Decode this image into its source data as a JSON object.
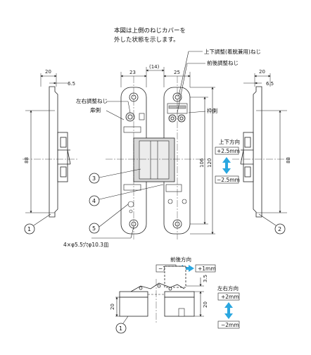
{
  "note": {
    "line1": "本図は上側のねじカバーを",
    "line2": "外した状態を示します。"
  },
  "labels": {
    "updown_screw": "上下調整(着脱兼用)ねじ",
    "frontback_screw": "前後調整ねじ",
    "leftright_screw": "左右調整ねじ",
    "door_side": "扉側",
    "frame_side": "枠側",
    "updown_dir": "上下方向",
    "frontback_dir": "前後方向",
    "leftright_dir": "左右方向",
    "holes": "4×φ5.5穴φ10.3皿"
  },
  "dims": {
    "d20": "20",
    "d6_5": "6.5",
    "d23": "23",
    "d14": "(14)",
    "d25": "25",
    "d88": "88",
    "d106": "106",
    "d120": "120",
    "d3_5": "3.5"
  },
  "adjust": {
    "ud_plus": "+2.5mm",
    "ud_minus": "−2.5mm",
    "fb_minus": "−1mm",
    "fb_plus": "+1mm",
    "lr_plus": "+2mm",
    "lr_minus": "−2mm"
  },
  "callouts": [
    "1",
    "2",
    "3",
    "4",
    "5"
  ],
  "colors": {
    "arrow": "#2aa7e0",
    "line": "#222222",
    "panel": "#d8d8d8"
  }
}
